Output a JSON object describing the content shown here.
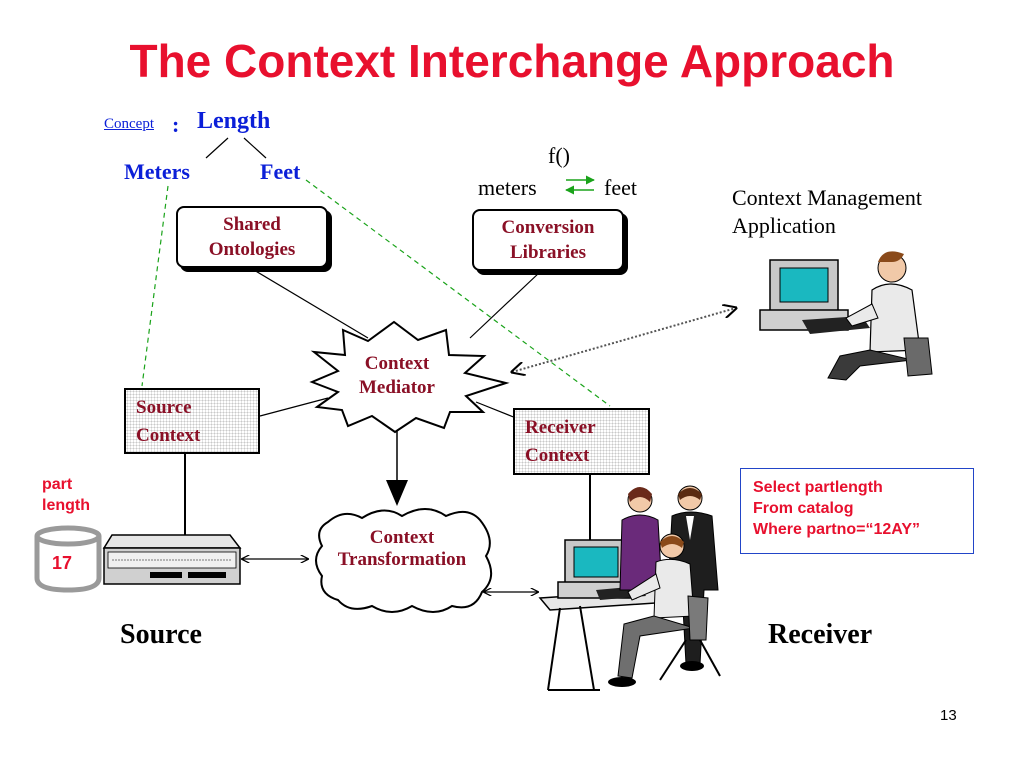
{
  "slide": {
    "title": "The Context Interchange Approach",
    "page_number": "13"
  },
  "concept": {
    "label": "Concept",
    "colon": ":",
    "value": "Length",
    "children": [
      "Meters",
      "Feet"
    ]
  },
  "conversion_function": {
    "function_label": "f()",
    "from_unit": "meters",
    "to_unit": "feet"
  },
  "boxes": {
    "shared_ontologies": [
      "Shared",
      "Ontologies"
    ],
    "conversion_libraries": [
      "Conversion",
      "Libraries"
    ],
    "context_mediator": [
      "Context",
      "Mediator"
    ],
    "source_context": [
      "Source",
      "Context"
    ],
    "receiver_context": [
      "Receiver",
      "Context"
    ],
    "context_transformation": [
      "Context",
      "Transformation"
    ]
  },
  "context_management": {
    "line1": "Context Management",
    "line2": "Application"
  },
  "database": {
    "field_label_line1": "part",
    "field_label_line2": "length",
    "value": "17"
  },
  "query": {
    "line1": "Select partlength",
    "line2": "From catalog",
    "line3": "Where partno=“12AY”"
  },
  "labels": {
    "source": "Source",
    "receiver": "Receiver"
  },
  "colors": {
    "title": "#e8102e",
    "concept_text": "#0b1fd8",
    "box_text": "#8a1026",
    "dashed_link": "#1aa31a",
    "query_border": "#2245c8",
    "query_text": "#e8102e"
  },
  "icons": [
    "server-icon",
    "database-cylinder-icon",
    "computer-user-icon",
    "computer-group-icon",
    "starburst-icon",
    "cloud-icon"
  ]
}
